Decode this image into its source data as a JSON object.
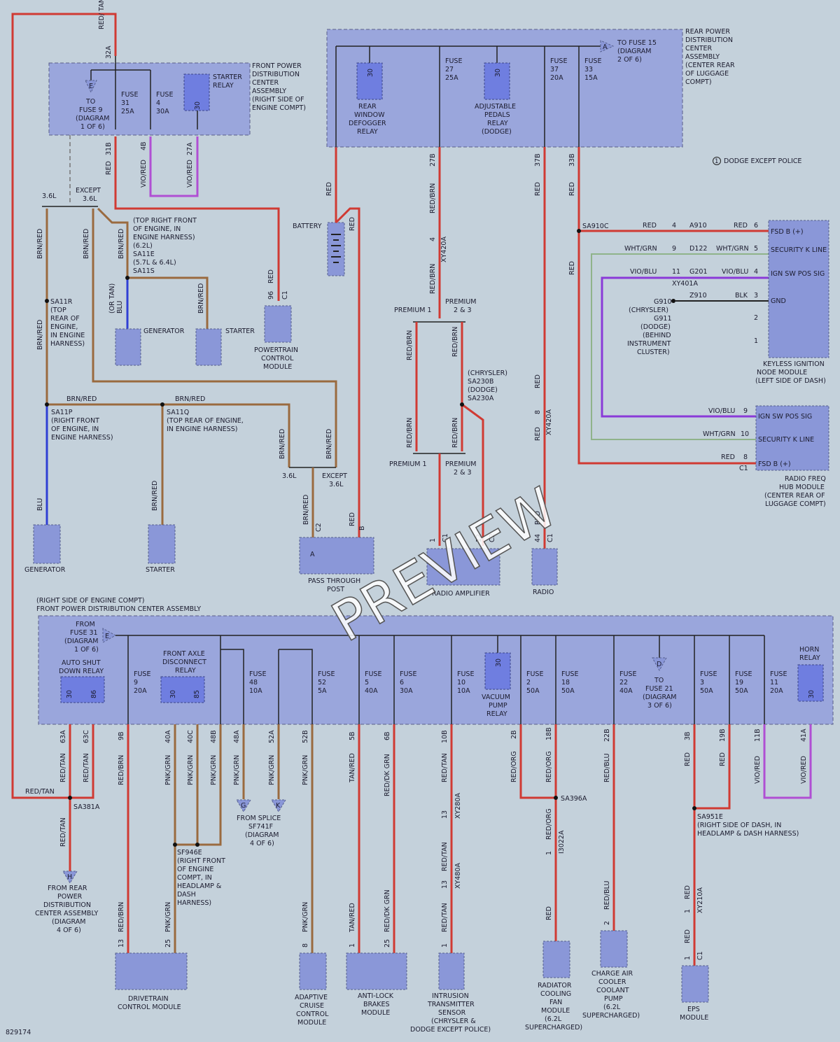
{
  "watermark": "PREVIEW",
  "figure_id": "829174",
  "notes": {
    "dodge_except_police": "DODGE EXCEPT POLICE",
    "note_marker": "1"
  },
  "fpdc_top": {
    "title": [
      "FRONT POWER",
      "DISTRIBUTION",
      "CENTER",
      "ASSEMBLY",
      "(RIGHT SIDE OF",
      "ENGINE COMPT)"
    ],
    "connector_e": "E",
    "to_fuse9": [
      "TO",
      "FUSE 9",
      "(DIAGRAM",
      "1 OF 6)"
    ],
    "fuse31": [
      "FUSE",
      "31",
      "25A"
    ],
    "fuse4": [
      "FUSE",
      "4",
      "30A"
    ],
    "starter_relay": [
      "STARTER",
      "RELAY"
    ],
    "pin30": "30",
    "feed_pin": "32A",
    "feed_wire": "RED/ TAN",
    "pins": [
      "31B",
      "4B",
      "27A"
    ],
    "wire_red": "RED",
    "wire_viored": "VIO/RED"
  },
  "rpdc": {
    "title": [
      "REAR POWER",
      "DISTRIBUTION",
      "CENTER",
      "ASSEMBLY",
      "(CENTER REAR",
      "OF LUGGAGE",
      "COMPT)"
    ],
    "to_fuse15": [
      "TO FUSE 15",
      "(DIAGRAM",
      "2 OF 6)"
    ],
    "connector_a": "A",
    "rear_defogger": [
      "REAR",
      "WINDOW",
      "DEFOGGER",
      "RELAY"
    ],
    "fuse27": [
      "FUSE",
      "27",
      "25A"
    ],
    "adj_pedals": [
      "ADJUSTABLE",
      "PEDALS",
      "RELAY",
      "(DODGE)"
    ],
    "fuse37": [
      "FUSE",
      "37",
      "20A"
    ],
    "fuse33": [
      "FUSE",
      "33",
      "15A"
    ],
    "pins": [
      "27B",
      "37B",
      "33B"
    ]
  },
  "mid": {
    "battery": "BATTERY",
    "except_36": [
      "EXCEPT",
      "3.6L"
    ],
    "l36": "3.6L",
    "top_right_front": [
      "(TOP RIGHT FRONT",
      "OF ENGINE, IN",
      "ENGINE HARNESS)",
      "(6.2L)",
      "SA11E",
      "(5.7L & 6.4L)",
      "SA11S"
    ],
    "sa11r": [
      "SA11R",
      "(TOP",
      "REAR OF",
      "ENGINE,",
      "IN ENGINE",
      "HARNESS)"
    ],
    "or_tan_blu": [
      "(OR TAN)",
      "BLU"
    ],
    "generator": "GENERATOR",
    "starter": "STARTER",
    "pcm": [
      "POWERTRAIN",
      "CONTROL",
      "MODULE"
    ],
    "pcm_pin": "96",
    "c1": "C1",
    "brnred": "BRN/RED",
    "sa11p": [
      "SA11P",
      "(RIGHT FRONT",
      "OF ENGINE, IN",
      "ENGINE HARNESS)"
    ],
    "sa11q": [
      "SA11Q",
      "(TOP REAR OF ENGINE,",
      "IN ENGINE HARNESS)"
    ],
    "blu": "BLU",
    "generator2": "GENERATOR",
    "starter2": "STARTER",
    "ptp": [
      "PASS THROUGH",
      "POST"
    ],
    "c2": "C2",
    "b": "B",
    "a": "A",
    "redbrn": "RED/BRN",
    "xy420a": "XY420A",
    "pin4": "4",
    "premium1": "PREMIUM 1",
    "premium23": [
      "PREMIUM",
      "2 & 3"
    ],
    "chrysler_sa230": [
      "(CHRYSLER)",
      "SA230B",
      "(DODGE)",
      "SA230A"
    ],
    "radio_amp": "RADIO AMPLIFIER",
    "amp_pins": [
      "1",
      "12"
    ],
    "radio": "RADIO",
    "radio_pin": "44",
    "pin8": "8"
  },
  "kin": {
    "sa910c": "SA910C",
    "rows": [
      {
        "wire": "RED",
        "conn": "4",
        "circuit": "A910",
        "wire2": "RED",
        "pin": "6",
        "label": "FSD B (+)"
      },
      {
        "wire": "WHT/GRN",
        "conn": "9",
        "circuit": "D122",
        "wire2": "WHT/GRN",
        "pin": "5",
        "label": "SECURITY K LINE"
      },
      {
        "wire": "VIO/BLU",
        "conn": "11",
        "circuit": "G201",
        "wire2": "VIO/BLU",
        "pin": "4",
        "label": "IGN SW POS SIG"
      },
      {
        "wire": "",
        "conn": "",
        "circuit": "Z910",
        "wire2": "BLK",
        "pin": "3",
        "label": "GND"
      }
    ],
    "xy401a": "XY401A",
    "extra_pins": [
      "2",
      "1"
    ],
    "ground": [
      "G910",
      "(CHRYSLER)",
      "G911",
      "(DODGE)",
      "(BEHIND",
      "INSTRUMENT",
      "CLUSTER)"
    ],
    "title": [
      "KEYLESS IGNITION",
      "NODE MODULE",
      "(LEFT SIDE OF DASH)"
    ],
    "rf_rows": [
      {
        "wire": "VIO/BLU",
        "pin": "9",
        "label": "IGN SW POS SIG"
      },
      {
        "wire": "WHT/GRN",
        "pin": "10",
        "label": "SECURITY K LINE"
      },
      {
        "wire": "RED",
        "pin": "8",
        "label": "FSD B (+)"
      }
    ],
    "rf_title": [
      "RADIO FREQ",
      "HUB MODULE",
      "(CENTER REAR OF",
      "LUGGAGE COMPT)"
    ]
  },
  "bottom": {
    "title": [
      "(RIGHT SIDE OF ENGINE COMPT)",
      "FRONT POWER DISTRIBUTION CENTER ASSEMBLY"
    ],
    "from_fuse31": [
      "FROM",
      "FUSE 31",
      "(DIAGRAM",
      "1 OF 6)"
    ],
    "conn_e": "E",
    "asd": [
      "AUTO SHUT",
      "DOWN RELAY"
    ],
    "fuse9": [
      "FUSE",
      "9",
      "20A"
    ],
    "fad": [
      "FRONT AXLE",
      "DISCONNECT",
      "RELAY"
    ],
    "fuse48": [
      "FUSE",
      "48",
      "10A"
    ],
    "fuse52": [
      "FUSE",
      "52",
      "5A"
    ],
    "fuse5": [
      "FUSE",
      "5",
      "40A"
    ],
    "fuse6": [
      "FUSE",
      "6",
      "30A"
    ],
    "fuse10": [
      "FUSE",
      "10",
      "10A"
    ],
    "vac": [
      "VACUUM",
      "PUMP",
      "RELAY"
    ],
    "fuse2": [
      "FUSE",
      "2",
      "50A"
    ],
    "fuse18": [
      "FUSE",
      "18",
      "50A"
    ],
    "fuse22": [
      "FUSE",
      "22",
      "40A"
    ],
    "to_fuse21": [
      "TO",
      "FUSE 21",
      "(DIAGRAM",
      "3 OF 6)"
    ],
    "conn_d": "D",
    "fuse3": [
      "FUSE",
      "3",
      "50A"
    ],
    "fuse19": [
      "FUSE",
      "19",
      "50A"
    ],
    "fuse11": [
      "FUSE",
      "11",
      "20A"
    ],
    "horn": [
      "HORN",
      "RELAY"
    ],
    "relay_pins": [
      "30",
      "86",
      "85"
    ],
    "pins": [
      "63A",
      "63C",
      "9B",
      "40A",
      "40C",
      "48B",
      "48A",
      "52A",
      "52B",
      "5B",
      "6B",
      "10B",
      "2B",
      "18B",
      "22B",
      "3B",
      "19B",
      "11B",
      "41A"
    ],
    "wires": [
      "RED/TAN",
      "RED/BRN",
      "PNK/GRN",
      "TAN/RED",
      "RED/DK GRN",
      "RED/ORG",
      "RED/BLU",
      "RED",
      "VIO/RED"
    ],
    "sa381a": "SA381A",
    "from_rpdc": [
      "FROM REAR",
      "POWER",
      "DISTRIBUTION",
      "CENTER ASSEMBLY",
      "(DIAGRAM",
      "4 OF 6)"
    ],
    "conn_h": "H",
    "sf946e": [
      "SF946E",
      "(RIGHT FRONT",
      "OF ENGINE",
      "COMPT, IN",
      "HEADLAMP &",
      "DASH",
      "HARNESS)"
    ],
    "from_splice": [
      "FROM SPLICE",
      "SF741F",
      "(DIAGRAM",
      "4 OF 6)"
    ],
    "conn_g": "G",
    "conn_k": "K",
    "sa396a": "SA396A",
    "sa951e": [
      "SA951E",
      "(RIGHT SIDE OF DASH, IN",
      "HEADLAMP & DASH HARNESS)"
    ],
    "xy280a": "XY280A",
    "xy480a": "XY480A",
    "i3022a": "I3022A",
    "xy210a": "XY210A",
    "dtcm": [
      "DRIVETRAIN",
      "CONTROL MODULE"
    ],
    "dtcm_pins": [
      "13",
      "25"
    ],
    "acc": [
      "ADAPTIVE",
      "CRUISE",
      "CONTROL",
      "MODULE"
    ],
    "acc_pin": "8",
    "abs": [
      "ANTI-LOCK",
      "BRAKES",
      "MODULE"
    ],
    "abs_pins": [
      "1",
      "25"
    ],
    "intrusion": [
      "INTRUSION",
      "TRANSMITTER",
      "SENSOR",
      "(CHRYSLER &",
      "DODGE EXCEPT POLICE)"
    ],
    "fan": [
      "RADIATOR",
      "COOLING",
      "FAN",
      "MODULE",
      "(6.2L",
      "SUPERCHARGED)"
    ],
    "cac": [
      "CHARGE AIR",
      "COOLER",
      "COOLANT",
      "PUMP",
      "(6.2L",
      "SUPERCHARGED)"
    ],
    "eps": [
      "EPS",
      "MODULE"
    ],
    "small_pins": [
      "1",
      "2",
      "13"
    ]
  }
}
